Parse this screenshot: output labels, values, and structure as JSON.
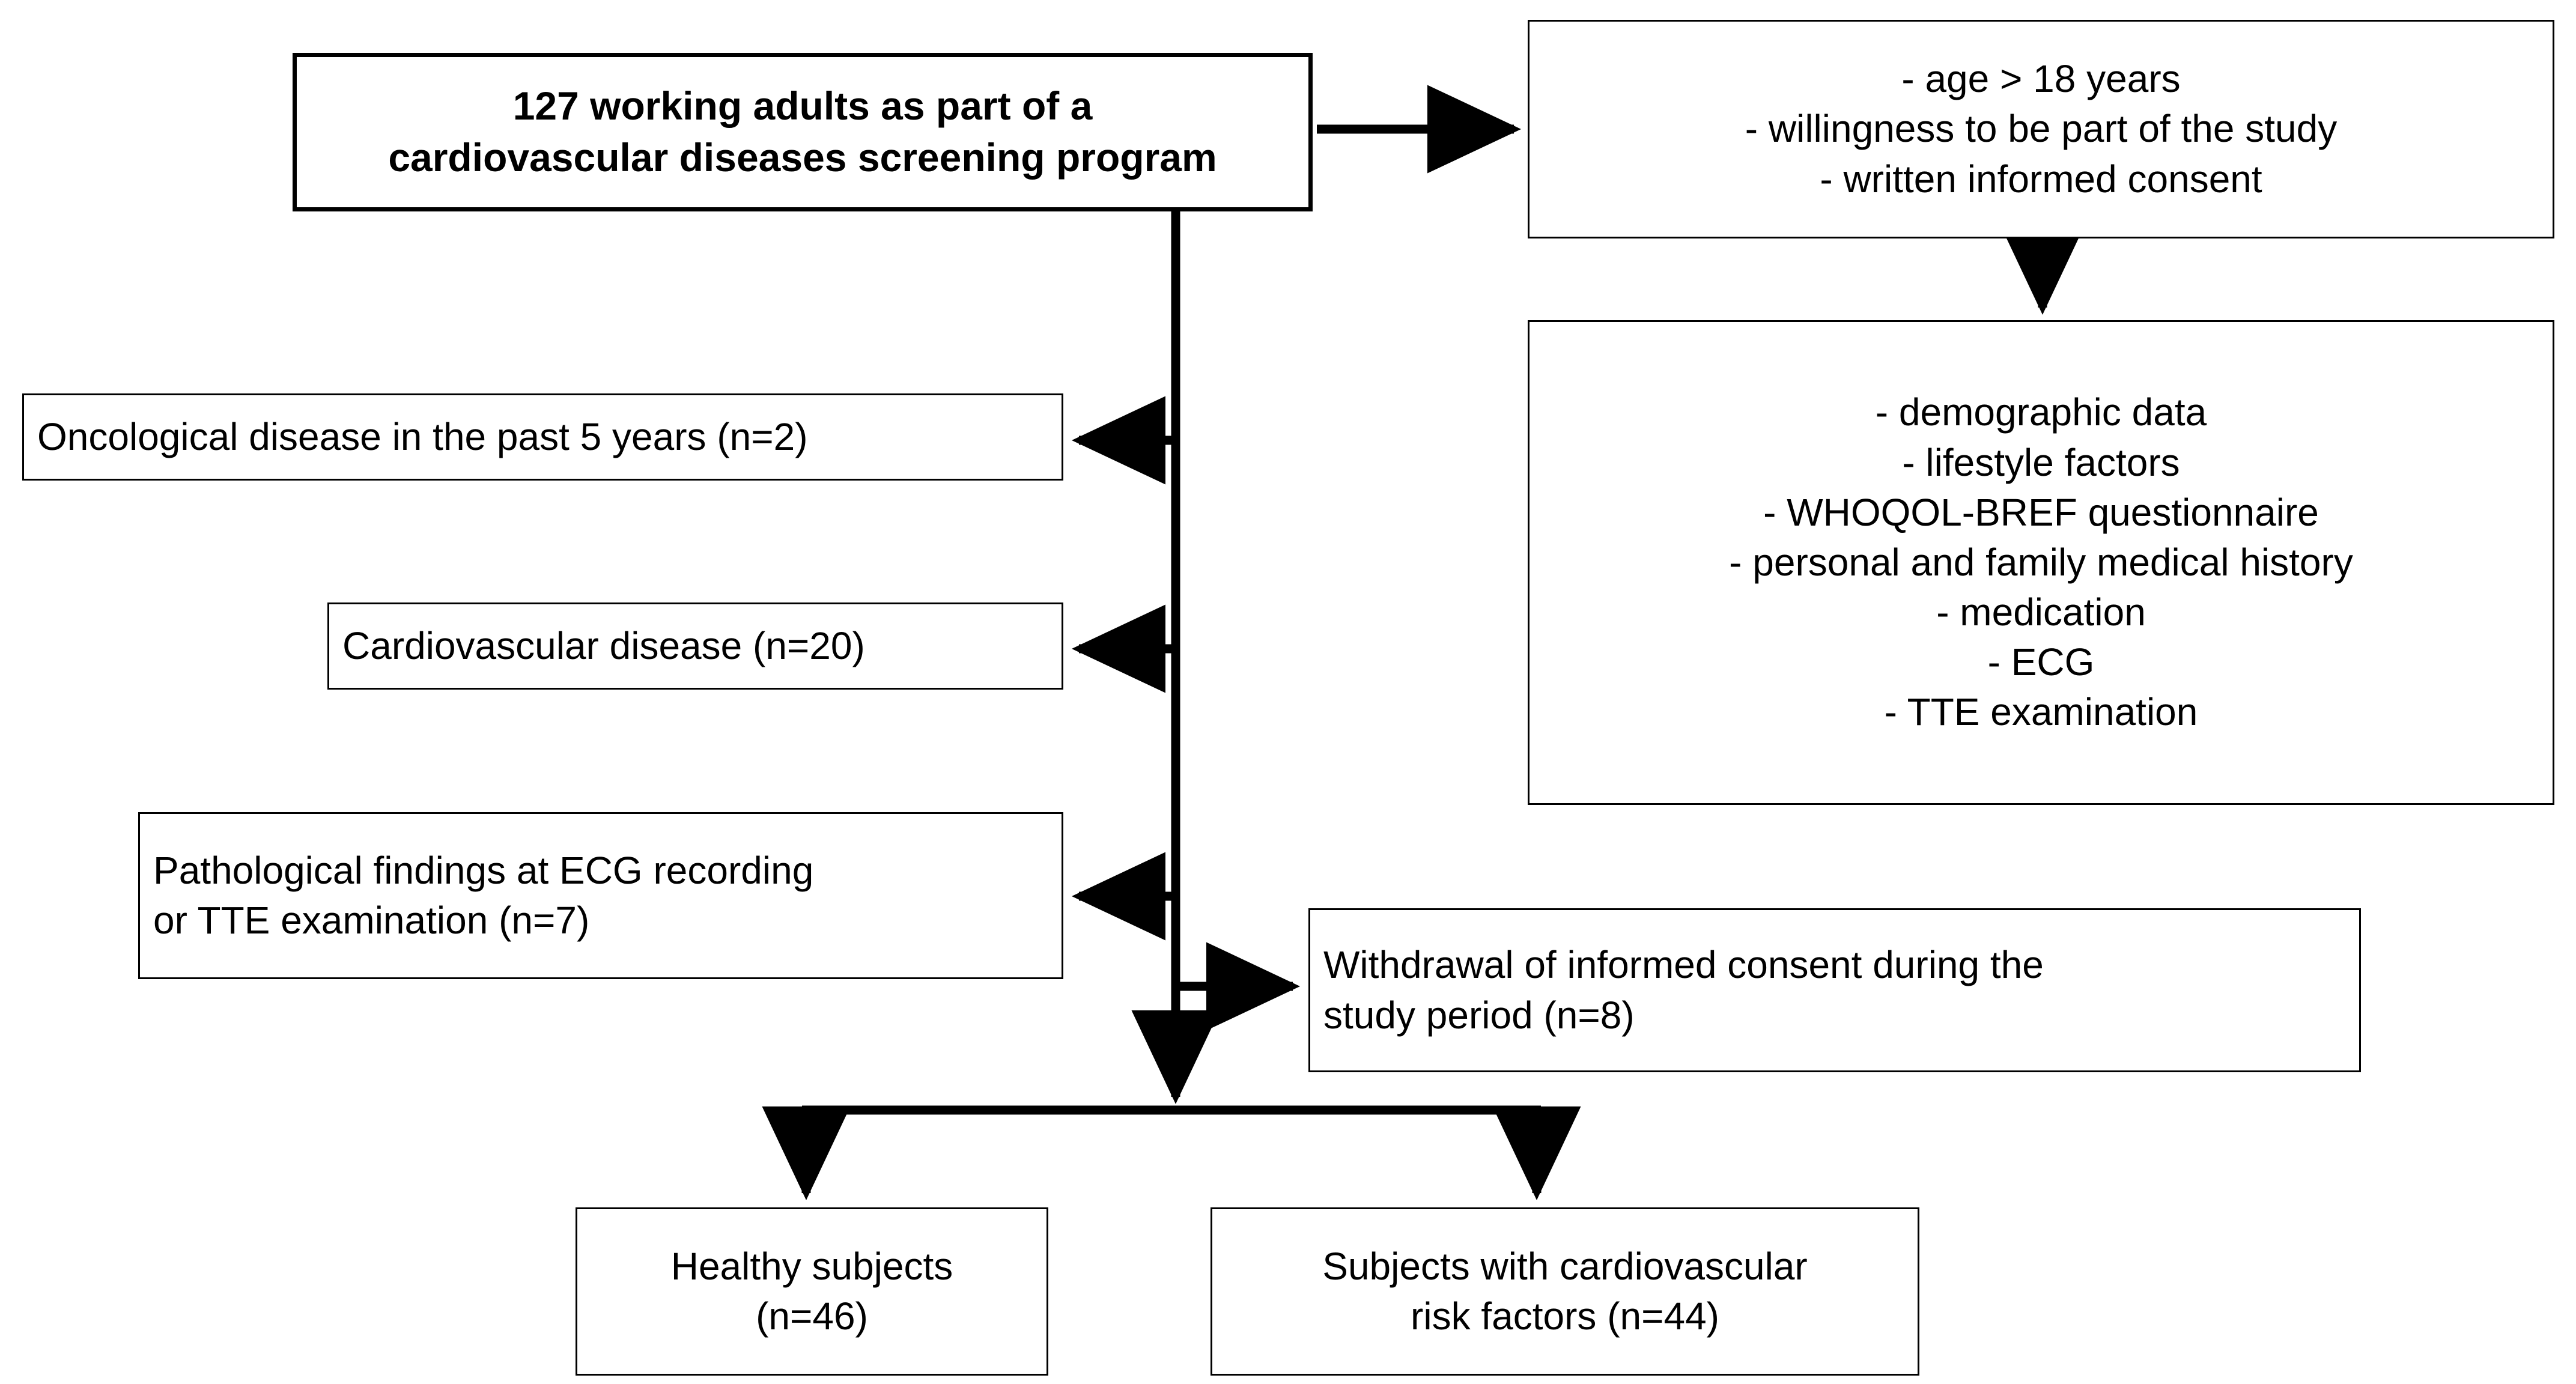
{
  "figure": {
    "type": "flowchart",
    "title": "Study population selection flow diagram",
    "background_color": "#ffffff",
    "line_color": "#000000",
    "text_color": "#000000"
  },
  "nodes": {
    "source": {
      "id": "source",
      "role": "study-population-source",
      "text": "127 working adults as part of a\ncardiovascular diseases screening program",
      "bold": true,
      "n": 127
    },
    "criteria": {
      "id": "criteria",
      "role": "inclusion-criteria",
      "text": "- age > 18 years\n- willingness to be part of the study\n- written informed consent",
      "items": [
        "age > 18 years",
        "willingness to be part of the study",
        "written informed consent"
      ]
    },
    "collect": {
      "id": "collect",
      "role": "data-collection",
      "text": "-   demographic data\n-   lifestyle factors\n-   WHOQOL-BREF questionnaire\n-   personal and family medical history\n-   medication\n-   ECG\n-   TTE examination",
      "items": [
        "demographic data",
        "lifestyle factors",
        "WHOQOL-BREF questionnaire",
        "personal and family medical history",
        "medication",
        "ECG",
        "TTE examination"
      ]
    },
    "excl1": {
      "id": "excl1",
      "role": "exclusion-oncological",
      "text": "Oncological disease in the past 5 years (n=2)",
      "n": 2
    },
    "excl2": {
      "id": "excl2",
      "role": "exclusion-cardiovascular",
      "text": "Cardiovascular disease (n=20)",
      "n": 20
    },
    "excl3": {
      "id": "excl3",
      "role": "exclusion-pathological-findings",
      "text": "Pathological findings at ECG recording\nor TTE examination (n=7)",
      "n": 7
    },
    "excl4": {
      "id": "excl4",
      "role": "exclusion-withdrawal",
      "text": "Withdrawal of informed consent during the\nstudy period (n=8)",
      "n": 8
    },
    "out1": {
      "id": "out1",
      "role": "outcome-healthy",
      "text": "Healthy subjects\n(n=46)",
      "n": 46
    },
    "out2": {
      "id": "out2",
      "role": "outcome-risk-factors",
      "text": "Subjects with cardiovascular\nrisk factors (n=44)",
      "n": 44
    }
  },
  "edges": [
    {
      "from": "source",
      "to": "criteria",
      "direction": "right"
    },
    {
      "from": "criteria",
      "to": "collect",
      "direction": "down"
    },
    {
      "from": "source",
      "to": "excl1",
      "direction": "left"
    },
    {
      "from": "source",
      "to": "excl2",
      "direction": "left"
    },
    {
      "from": "source",
      "to": "excl3",
      "direction": "left"
    },
    {
      "from": "source",
      "to": "excl4",
      "direction": "right"
    },
    {
      "from": "source",
      "to": "out1",
      "direction": "down-left"
    },
    {
      "from": "source",
      "to": "out2",
      "direction": "down-right"
    }
  ]
}
